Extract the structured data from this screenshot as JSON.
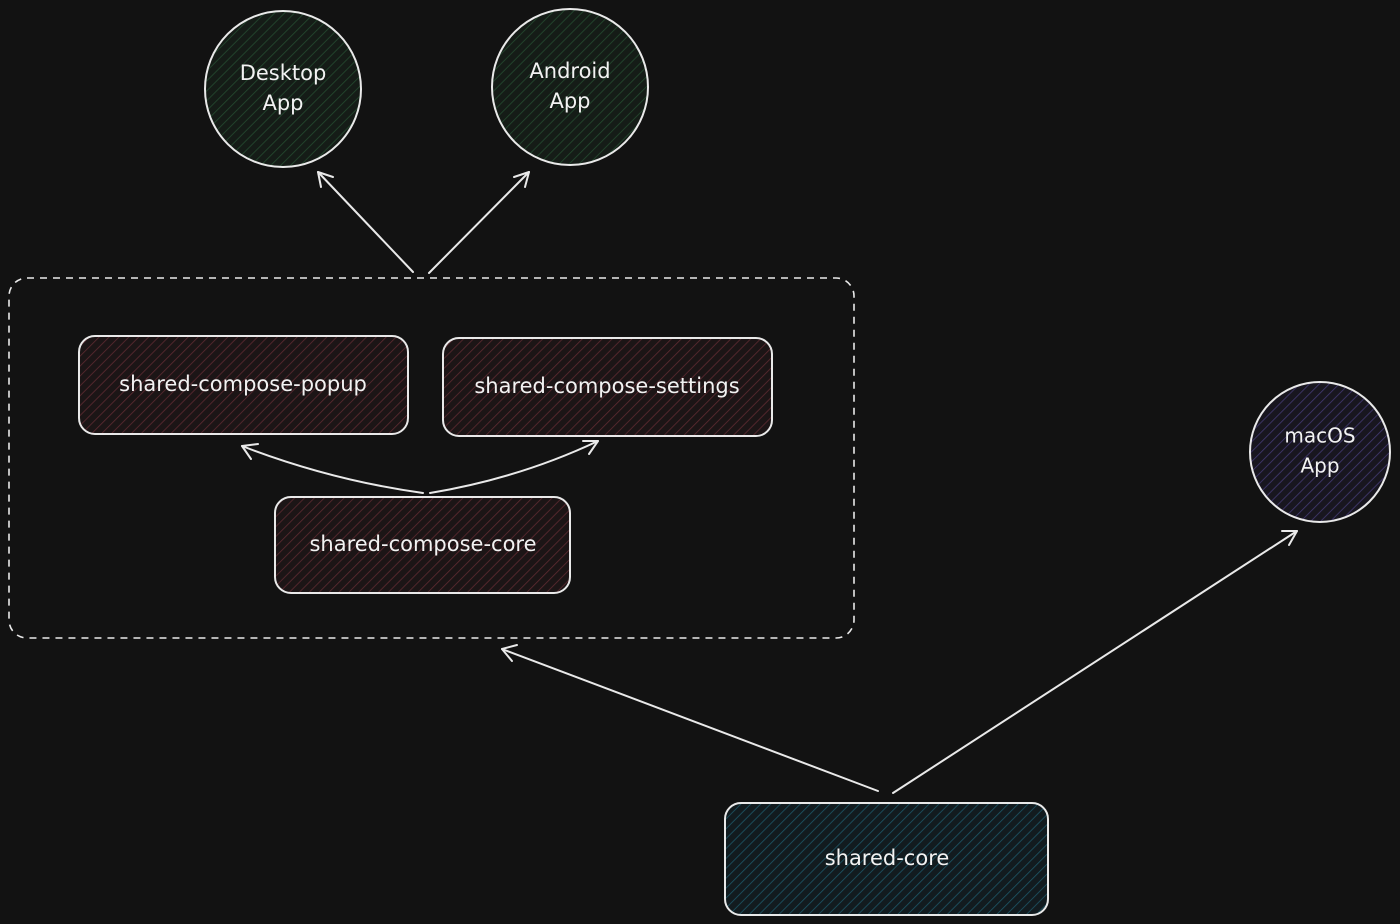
{
  "nodes": {
    "desktop_app": {
      "line1": "Desktop",
      "line2": "App",
      "fill": "#183021"
    },
    "android_app": {
      "line1": "Android",
      "line2": "App",
      "fill": "#183021"
    },
    "macos_app": {
      "line1": "macOS",
      "line2": "App",
      "fill": "#231f3d"
    },
    "shared_compose_popup": {
      "label": "shared-compose-popup",
      "fill": "#331b1f"
    },
    "shared_compose_settings": {
      "label": "shared-compose-settings",
      "fill": "#331b1f"
    },
    "shared_compose_core": {
      "label": "shared-compose-core",
      "fill": "#331b1f"
    },
    "shared_core": {
      "label": "shared-core",
      "fill": "#14303a"
    }
  },
  "colors": {
    "background": "#121212",
    "stroke": "#e9e9e9",
    "text": "#f2f2f2"
  },
  "edges": [
    {
      "from": "compose-group",
      "to": "desktop-app"
    },
    {
      "from": "compose-group",
      "to": "android-app"
    },
    {
      "from": "shared-compose-core",
      "to": "shared-compose-popup"
    },
    {
      "from": "shared-compose-core",
      "to": "shared-compose-settings"
    },
    {
      "from": "shared-core",
      "to": "compose-group"
    },
    {
      "from": "shared-core",
      "to": "macos-app"
    }
  ]
}
